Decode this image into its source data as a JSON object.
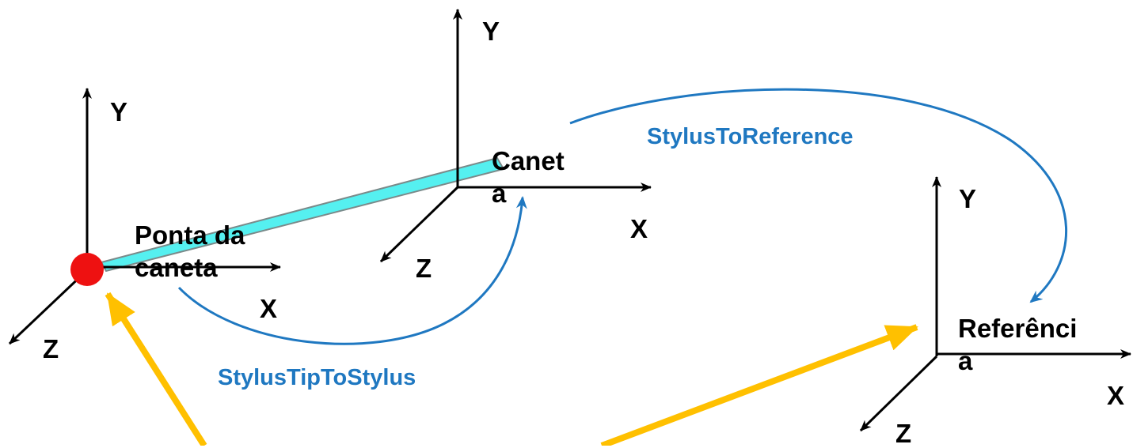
{
  "colors": {
    "axis": "#000000",
    "transform_arrow": "#1f78c1",
    "highlight_arrow": "#ffc000",
    "stylus_body": "#55f0f0",
    "stylus_tip": "#ee1111"
  },
  "frames": {
    "stylus_tip": {
      "name_line1": "Ponta da",
      "name_line2": "caneta",
      "axis_x": "X",
      "axis_y": "Y",
      "axis_z": "Z"
    },
    "stylus": {
      "name_line1": "Canet",
      "name_line2": "a",
      "axis_x": "X",
      "axis_y": "Y",
      "axis_z": "Z"
    },
    "reference": {
      "name_line1": "Referênci",
      "name_line2": "a",
      "axis_x": "X",
      "axis_y": "Y",
      "axis_z": "Z"
    }
  },
  "transforms": {
    "stylus_tip_to_stylus": "StylusTipToStylus",
    "stylus_to_reference": "StylusToReference"
  }
}
